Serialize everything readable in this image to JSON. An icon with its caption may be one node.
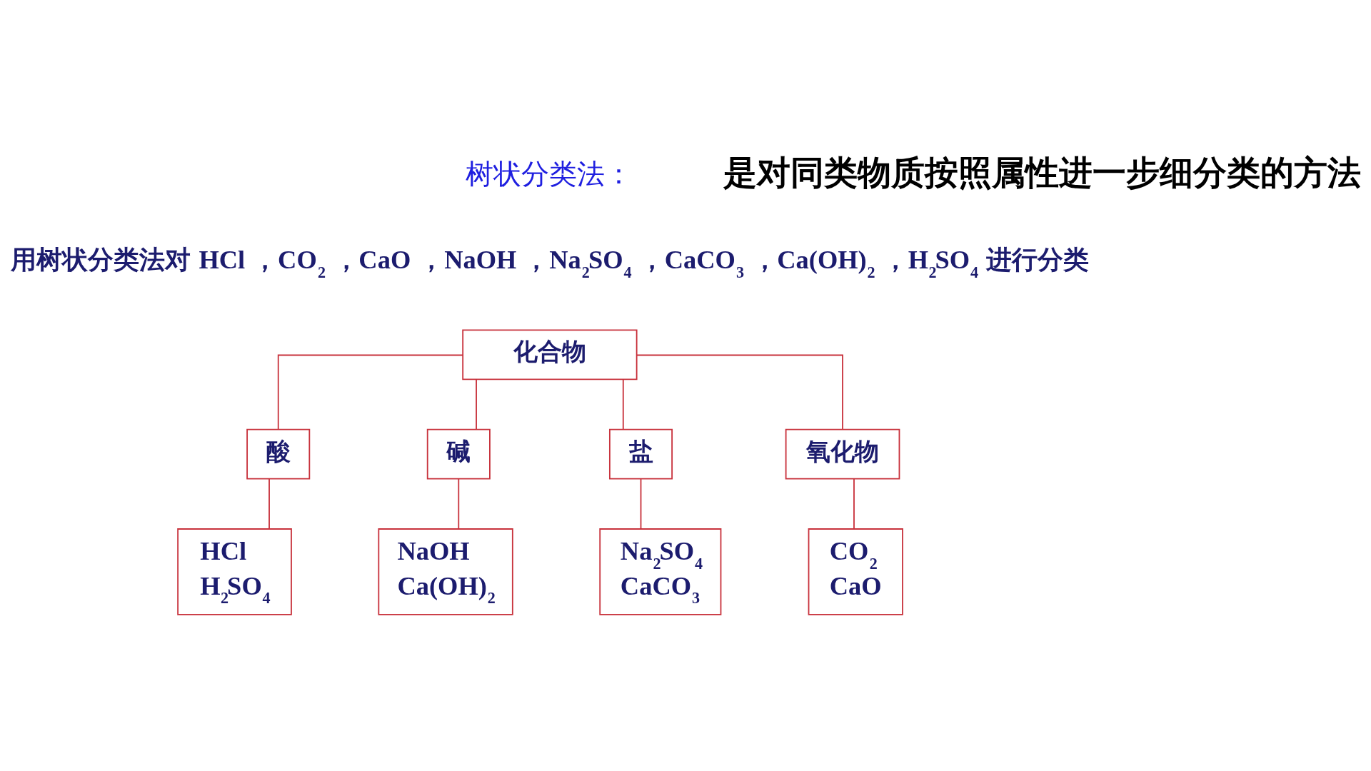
{
  "diagram": {
    "nodes": [
      {
        "text": [
          "化合物"
        ]
      },
      {
        "text": [
          "酸"
        ]
      },
      {
        "text": [
          "碱"
        ]
      },
      {
        "text": [
          "盐"
        ]
      },
      {
        "text": [
          "氧化物"
        ]
      },
      {
        "text": [
          "HCl",
          "H$_{2}$SO$_{4}$"
        ]
      },
      {
        "text": [
          "NaOH",
          "Ca(OH)$_{2}$"
        ]
      },
      {
        "text": [
          "Na$_{2}$SO$_{4}$",
          "CaCO$_{3}$"
        ]
      },
      {
        "text": [
          "CO$_{2}$",
          "CaO"
        ]
      }
    ],
    "edges": [
      {
        "from": 0,
        "to": 1,
        "arrow": "none"
      },
      {
        "from": 0,
        "to": 2,
        "arrow": "none"
      },
      {
        "from": 0,
        "to": 3,
        "arrow": "none"
      },
      {
        "from": 0,
        "to": 4,
        "arrow": "none"
      },
      {
        "from": 1,
        "to": 5,
        "arrow": "none"
      },
      {
        "from": 2,
        "to": 6,
        "arrow": "none"
      },
      {
        "from": 3,
        "to": 7,
        "arrow": "none"
      },
      {
        "from": 4,
        "to": 8,
        "arrow": "none"
      }
    ],
    "labels": [
      "树状分类法：",
      "是对同类物质按照属性进一步细分类的方法",
      "用树状分类法对 HCl ，CO$_{2}$ ，CaO ，NaOH ，Na$_{2}$SO$_{4}$ ，CaCO$_{3}$ ，Ca(OH)$_{2}$ ，H$_{2}$SO$_{4}$ 进行分类"
    ]
  }
}
